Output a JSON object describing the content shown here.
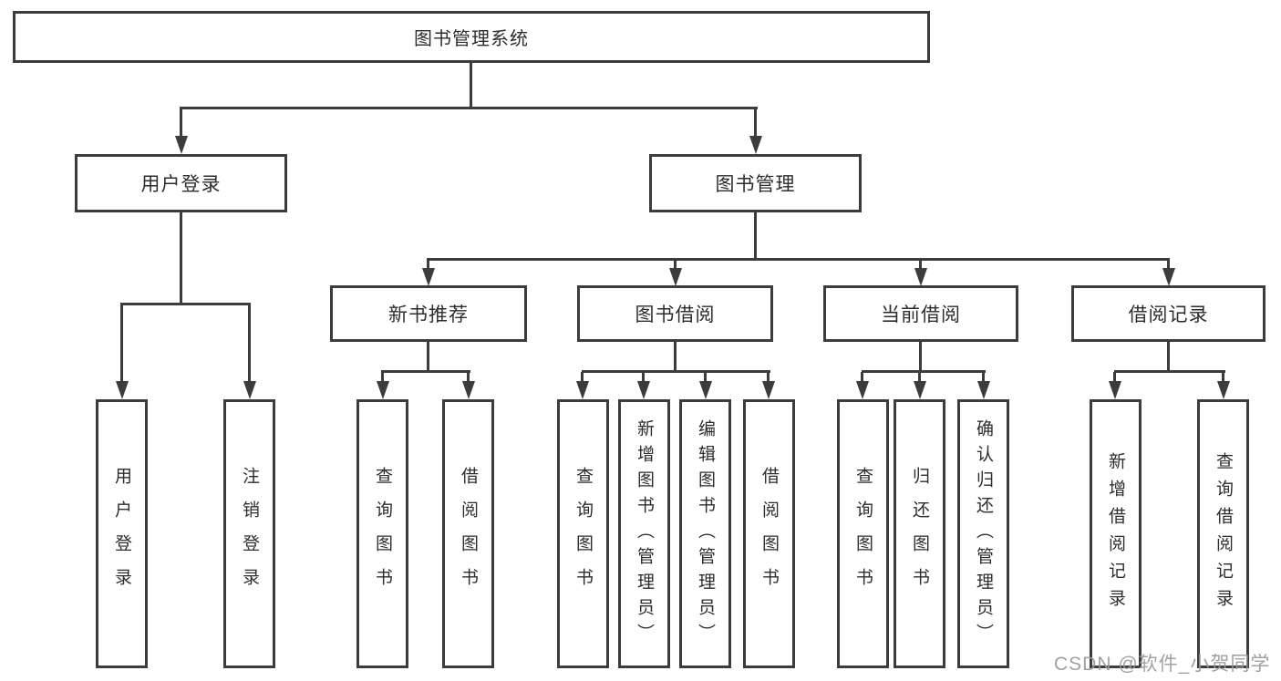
{
  "diagram_type": "hierarchy-tree",
  "title": "图书管理系统",
  "root": {
    "label": "图书管理系统"
  },
  "level2": [
    {
      "id": "user-login",
      "label": "用户登录"
    },
    {
      "id": "book-management",
      "label": "图书管理"
    }
  ],
  "level3": [
    {
      "id": "new-book-recommend",
      "label": "新书推荐",
      "parent": "图书管理"
    },
    {
      "id": "book-borrow",
      "label": "图书借阅",
      "parent": "图书管理"
    },
    {
      "id": "current-borrow",
      "label": "当前借阅",
      "parent": "图书管理"
    },
    {
      "id": "borrow-record",
      "label": "借阅记录",
      "parent": "图书管理"
    }
  ],
  "leaves": [
    {
      "id": "leaf-user-login",
      "label": "用户登录",
      "parent": "用户登录"
    },
    {
      "id": "leaf-logout",
      "label": "注销登录",
      "parent": "用户登录"
    },
    {
      "id": "leaf-query-book-1",
      "label": "查询图书",
      "parent": "新书推荐"
    },
    {
      "id": "leaf-borrow-book-1",
      "label": "借阅图书",
      "parent": "新书推荐"
    },
    {
      "id": "leaf-query-book-2",
      "label": "查询图书",
      "parent": "图书借阅"
    },
    {
      "id": "leaf-add-book",
      "label": "新增图书（管理员）",
      "parent": "图书借阅"
    },
    {
      "id": "leaf-edit-book",
      "label": "编辑图书（管理员）",
      "parent": "图书借阅"
    },
    {
      "id": "leaf-borrow-book-2",
      "label": "借阅图书",
      "parent": "图书借阅"
    },
    {
      "id": "leaf-query-book-3",
      "label": "查询图书",
      "parent": "当前借阅"
    },
    {
      "id": "leaf-return-book",
      "label": "归还图书",
      "parent": "当前借阅"
    },
    {
      "id": "leaf-confirm-return",
      "label": "确认归还（管理员）",
      "parent": "当前借阅"
    },
    {
      "id": "leaf-add-borrow-record",
      "label": "新增借阅记录",
      "parent": "借阅记录"
    },
    {
      "id": "leaf-query-borrow-record",
      "label": "查询借阅记录",
      "parent": "借阅记录"
    }
  ],
  "hierarchy": {
    "图书管理系统": {
      "用户登录": [
        "用户登录",
        "注销登录"
      ],
      "图书管理": {
        "新书推荐": [
          "查询图书",
          "借阅图书"
        ],
        "图书借阅": [
          "查询图书",
          "新增图书（管理员）",
          "编辑图书（管理员）",
          "借阅图书"
        ],
        "当前借阅": [
          "查询图书",
          "归还图书",
          "确认归还（管理员）"
        ],
        "借阅记录": [
          "新增借阅记录",
          "查询借阅记录"
        ]
      }
    }
  },
  "watermark": {
    "text": "CSDN @软件_小贺同学"
  },
  "colors": {
    "line": "#3c3c3c",
    "text": "#2d2d2d",
    "background": "#ffffff",
    "watermark": "#9a9a9a"
  }
}
